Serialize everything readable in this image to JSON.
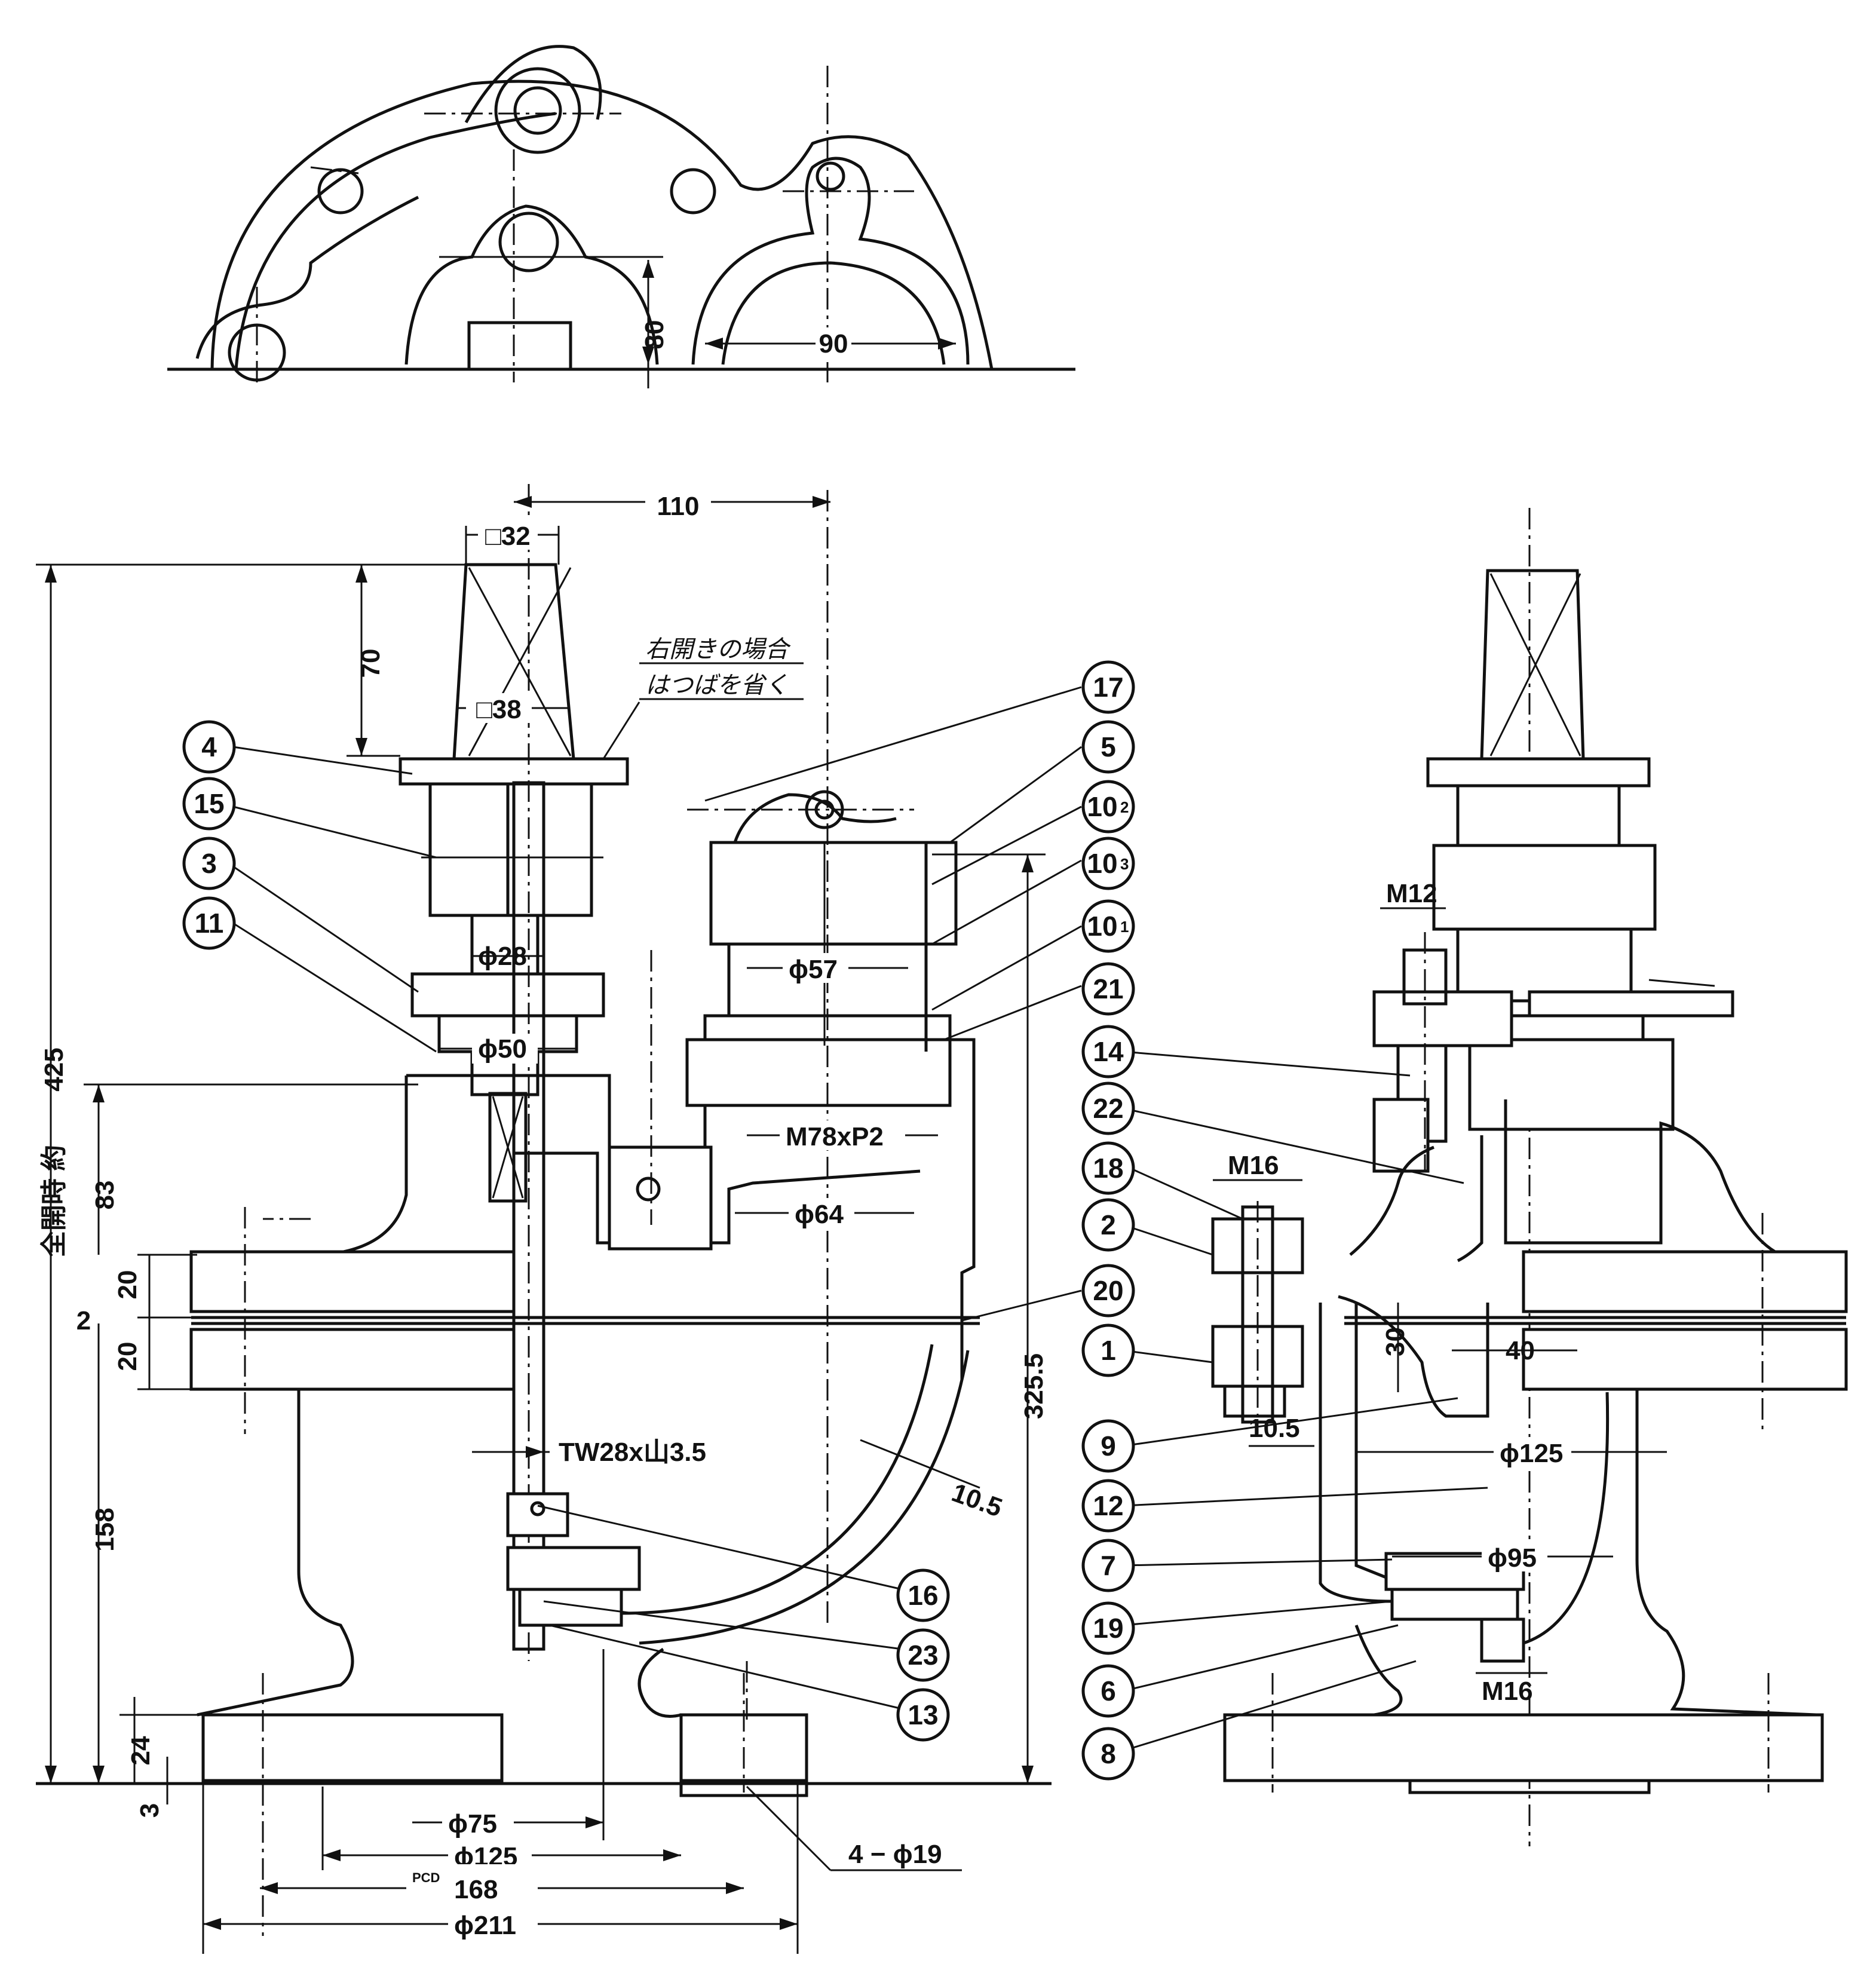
{
  "dimensions": {
    "top_80": "80",
    "top_90": "90",
    "d110": "110",
    "sq32": "□32",
    "sq38": "□38",
    "d70": "70",
    "phi28": "ϕ28",
    "phi50": "ϕ50",
    "phi57": "ϕ57",
    "m78": "M78xP2",
    "phi64": "ϕ64",
    "d83": "83",
    "d425": "425",
    "zenkai": "全開時 約",
    "d20a": "20",
    "d2": "2",
    "d20b": "20",
    "d158": "158",
    "d24": "24",
    "d3": "3",
    "tw28": "TW28x山3.5",
    "d325": "325.5",
    "d10_5a": "10.5",
    "phi75": "ϕ75",
    "phi125": "ϕ125",
    "pcd": "PCD",
    "d168": "168",
    "phi211": "ϕ211",
    "holes": "4 − ϕ19",
    "m12": "M12",
    "m16a": "M16",
    "d30": "30",
    "d40": "40",
    "d10_5b": "10.5",
    "phi125b": "ϕ125",
    "phi95": "ϕ95",
    "m16b": "M16"
  },
  "note": {
    "line1": "右開きの場合",
    "line2": "はつばを省く"
  },
  "balloons": {
    "b4": "4",
    "b15": "15",
    "b3": "3",
    "b11": "11",
    "b17": "17",
    "b5": "5",
    "b10_2": "10",
    "b10_2s": "2",
    "b10_3": "10",
    "b10_3s": "3",
    "b10_1": "10",
    "b10_1s": "1",
    "b21": "21",
    "b14": "14",
    "b22": "22",
    "b18": "18",
    "b2": "2",
    "b20": "20",
    "b1": "1",
    "b9": "9",
    "b12": "12",
    "b7": "7",
    "b19": "19",
    "b6": "6",
    "b8": "8",
    "b16": "16",
    "b23": "23",
    "b13": "13"
  }
}
